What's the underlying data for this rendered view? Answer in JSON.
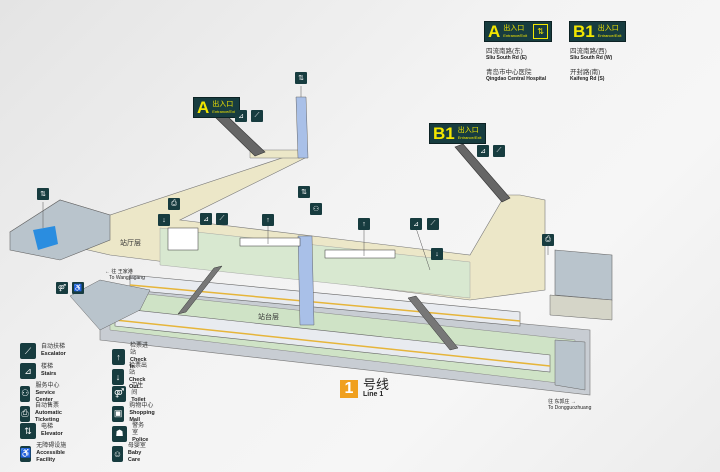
{
  "exits": [
    {
      "id": "A",
      "label_cn": "出入口",
      "label_en": "Entrance/Exit",
      "has_elevator": true,
      "destinations": [
        {
          "cn": "四流南路(东)",
          "en": "Sliu South Rd (E)"
        },
        {
          "cn": "青岛市中心医院",
          "en": "Qingdao Central Hospital"
        }
      ]
    },
    {
      "id": "B1",
      "label_cn": "出入口",
      "label_en": "Entrance/Exit",
      "has_elevator": false,
      "destinations": [
        {
          "cn": "四流南路(西)",
          "en": "Sliu South Rd (W)"
        },
        {
          "cn": "开封路(南)",
          "en": "Kaifeng Rd (S)"
        }
      ]
    }
  ],
  "map": {
    "concourse_label": "站厅层",
    "platform_label": "站台层",
    "direction_left": {
      "cn": "往 王家港",
      "en": "To Wangjiagang"
    },
    "direction_right": {
      "cn": "往 东郭庄",
      "en": "To Dongguozhuang"
    },
    "colors": {
      "concourse": "#ece7c8",
      "paid_area": "#d8e8d0",
      "platform": "#cfe3c6",
      "elevator": "#a9c0e8",
      "wall": "#b9c4cc",
      "icon": "#173c3f",
      "exit_text": "#f2e600",
      "line": "#f0a01e"
    }
  },
  "line": {
    "number": "1",
    "cn": "号线",
    "en": "Line 1"
  },
  "legend": [
    {
      "icon": "escalator-icon",
      "glyph": "⟋",
      "cn": "自动扶梯",
      "en": "Escalator"
    },
    {
      "icon": "stairs-icon",
      "glyph": "⊿",
      "cn": "楼梯",
      "en": "Stairs"
    },
    {
      "icon": "service-center-icon",
      "glyph": "⚇",
      "cn": "服务中心",
      "en": "Service Center"
    },
    {
      "icon": "ticket-machine-icon",
      "glyph": "⎙",
      "cn": "自动售票",
      "en": "Automatic Ticketing"
    },
    {
      "icon": "elevator-icon",
      "glyph": "⇅",
      "cn": "电梯",
      "en": "Elevator"
    },
    {
      "icon": "accessible-icon",
      "glyph": "♿",
      "cn": "无障碍设施",
      "en": "Accessible Facility"
    },
    {
      "icon": "check-in-icon",
      "glyph": "↑",
      "cn": "检票进站",
      "en": "Check In"
    },
    {
      "icon": "check-out-icon",
      "glyph": "↓",
      "cn": "检票出站",
      "en": "Check Out"
    },
    {
      "icon": "toilet-icon",
      "glyph": "⚤",
      "cn": "卫生间",
      "en": "Toilet"
    },
    {
      "icon": "shopping-mall-icon",
      "glyph": "▣",
      "cn": "购物中心",
      "en": "Shopping Mall"
    },
    {
      "icon": "police-icon",
      "glyph": "☗",
      "cn": "警务室",
      "en": "Police"
    },
    {
      "icon": "baby-care-icon",
      "glyph": "☺",
      "cn": "母婴室",
      "en": "Baby Care"
    }
  ]
}
